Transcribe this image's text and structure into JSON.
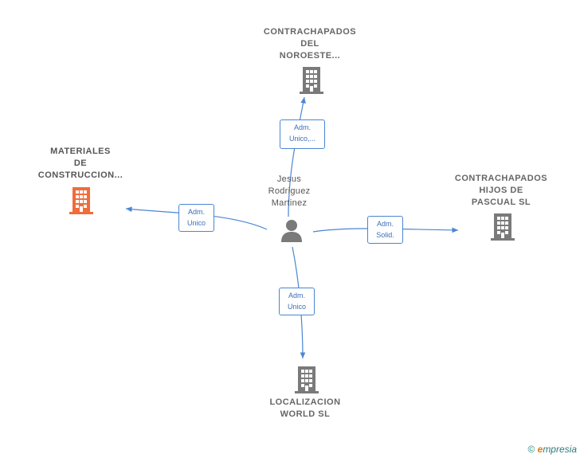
{
  "colors": {
    "edge": "#4a86d4",
    "company_gray": "#7a7a7a",
    "company_highlight": "#f26b3a",
    "person_gray": "#7a7a7a"
  },
  "person": {
    "name": "Jesus\nRodriguez\nMartinez",
    "icon": "person-icon"
  },
  "companies": [
    {
      "id": "noroeste",
      "label": "CONTRACHAPADOS\nDEL\nNOROESTE...",
      "icon": "building-icon",
      "highlight": false
    },
    {
      "id": "materiales",
      "label": "MATERIALES\nDE\nCONSTRUCCION...",
      "icon": "building-icon",
      "highlight": true
    },
    {
      "id": "hijos",
      "label": "CONTRACHAPADOS\nHIJOS DE\nPASCUAL  SL",
      "icon": "building-icon",
      "highlight": false
    },
    {
      "id": "localizacion",
      "label": "LOCALIZACION\nWORLD  SL",
      "icon": "building-icon",
      "highlight": false
    }
  ],
  "relations": [
    {
      "target": "noroeste",
      "label": "Adm.\nUnico,..."
    },
    {
      "target": "materiales",
      "label": "Adm.\nUnico"
    },
    {
      "target": "hijos",
      "label": "Adm.\nSolid."
    },
    {
      "target": "localizacion",
      "label": "Adm.\nUnico"
    }
  ],
  "footer": {
    "copyright": "©",
    "brand_initial": "e",
    "brand_rest": "mpresia"
  }
}
